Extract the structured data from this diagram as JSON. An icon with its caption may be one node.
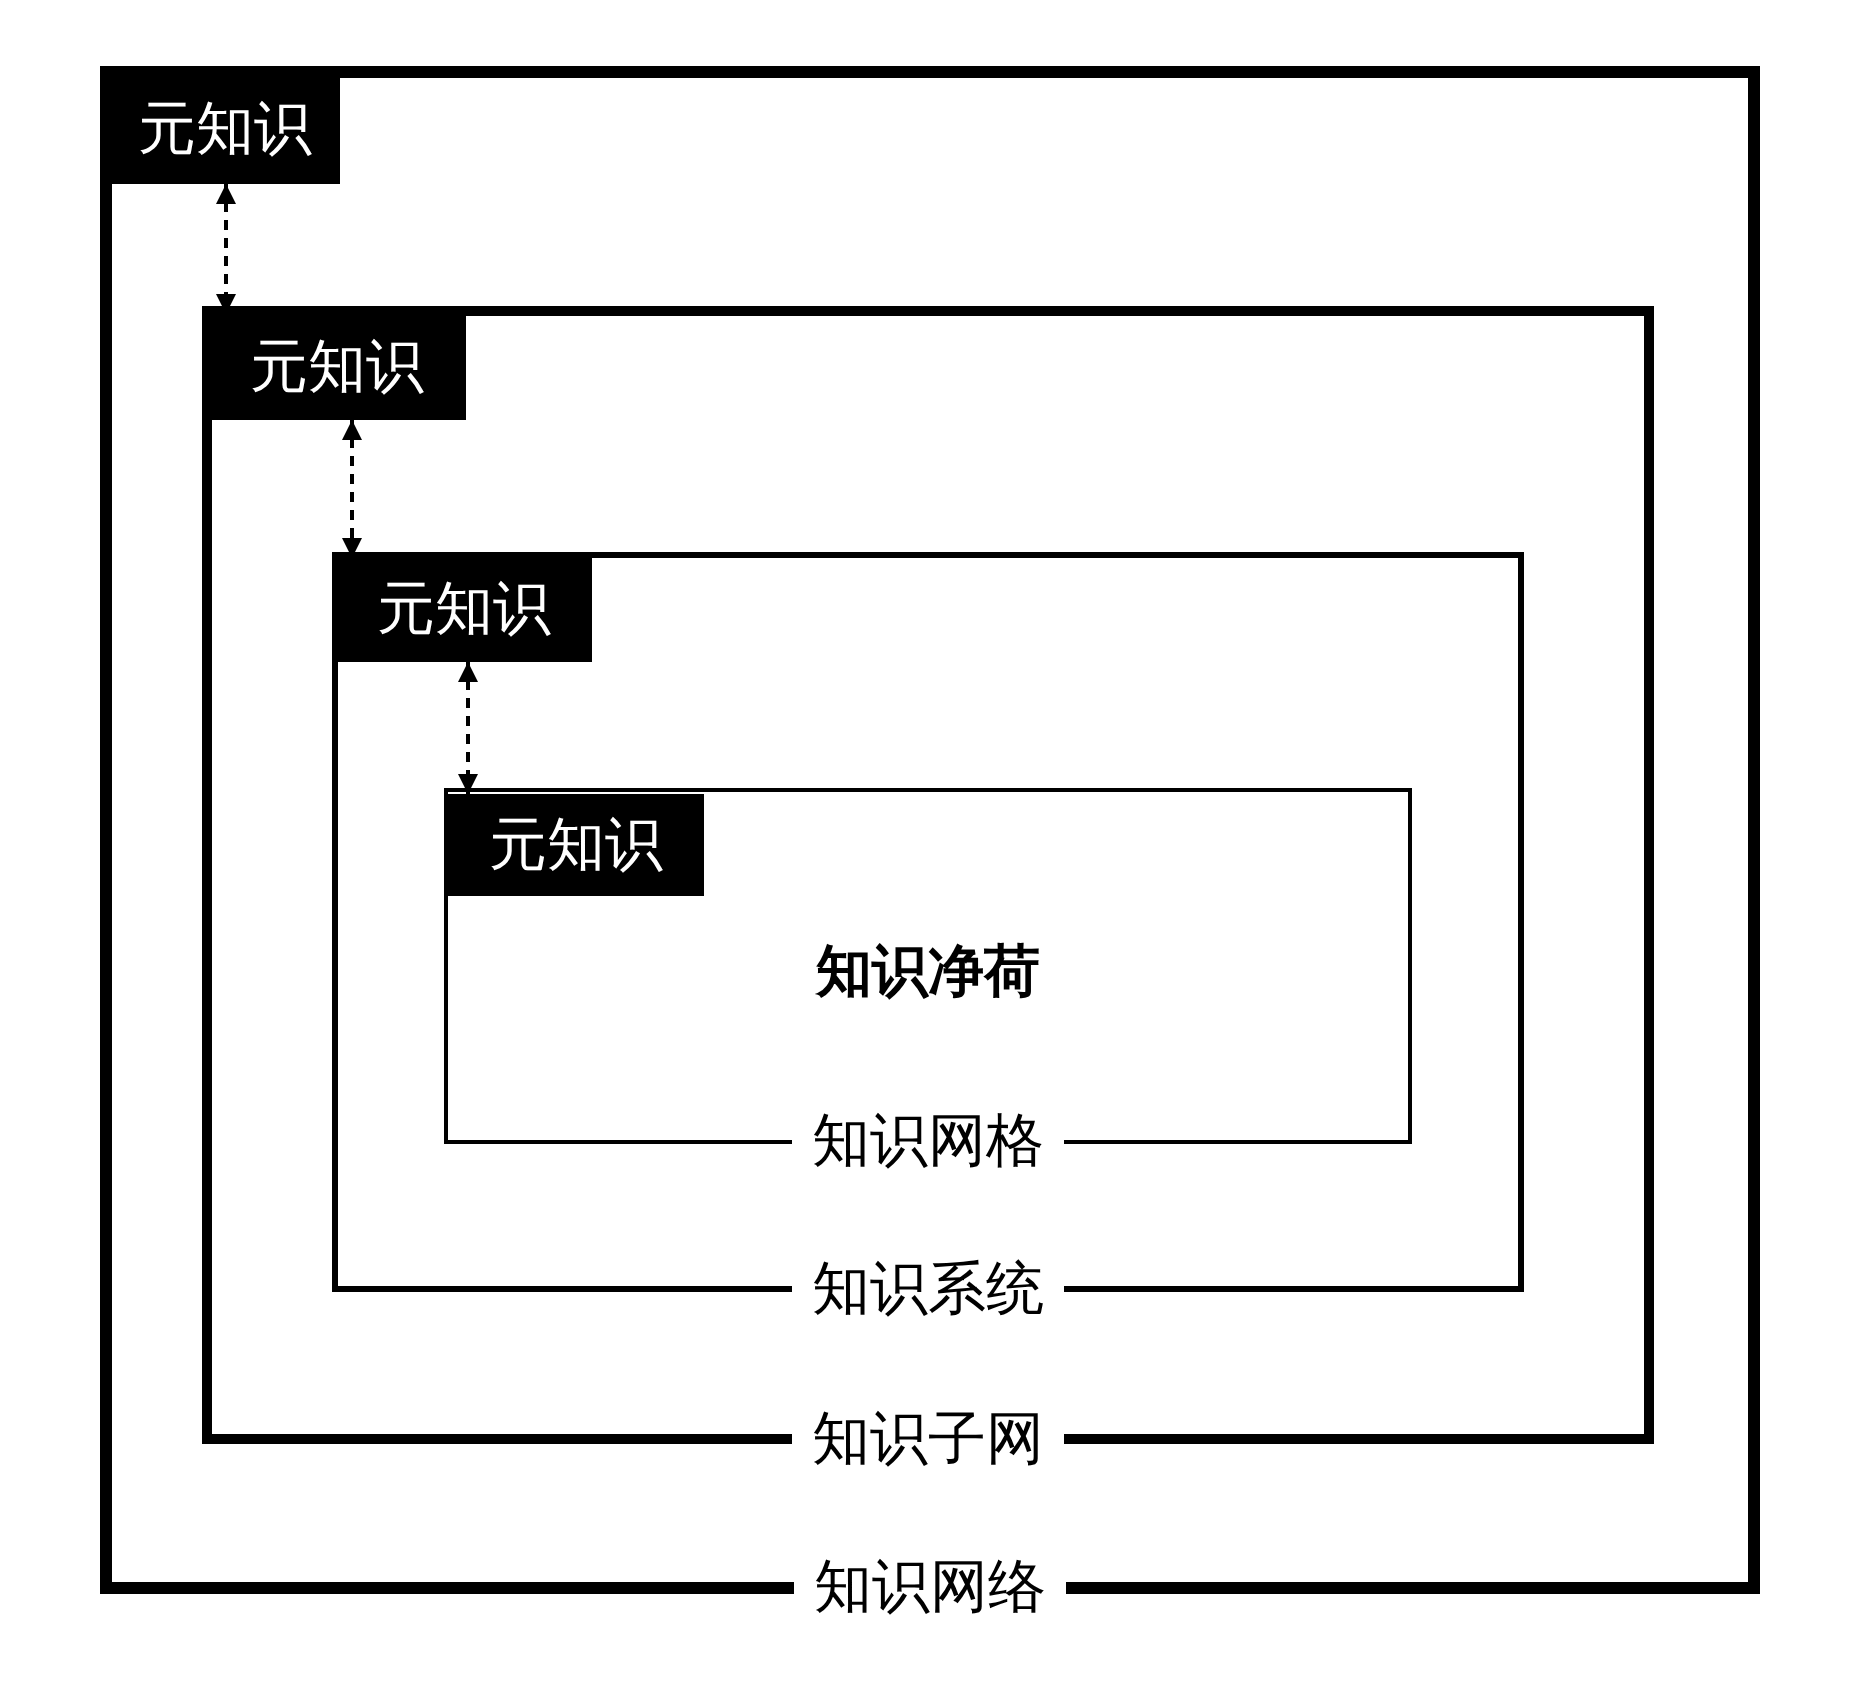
{
  "diagram": {
    "nodes": [
      {
        "text": [
          "知识网络"
        ]
      },
      {
        "text": [
          "元知识"
        ],
        "in": 0
      },
      {
        "text": [
          "知识子网"
        ],
        "in": 0
      },
      {
        "text": [
          "元知识"
        ],
        "in": 2
      },
      {
        "text": [
          "知识系统"
        ],
        "in": 2
      },
      {
        "text": [
          "元知识"
        ],
        "in": 4
      },
      {
        "text": [
          "知识网格"
        ],
        "in": 4
      },
      {
        "text": [
          "元知识"
        ],
        "in": 6
      },
      {
        "text": [
          "知识净荷"
        ],
        "in": 6
      }
    ],
    "edges": [
      {
        "from": 1,
        "to": 3,
        "arrow": "both",
        "style": "dashed"
      },
      {
        "from": 3,
        "to": 5,
        "arrow": "both",
        "style": "dashed"
      },
      {
        "from": 5,
        "to": 7,
        "arrow": "both",
        "style": "dashed"
      }
    ]
  }
}
